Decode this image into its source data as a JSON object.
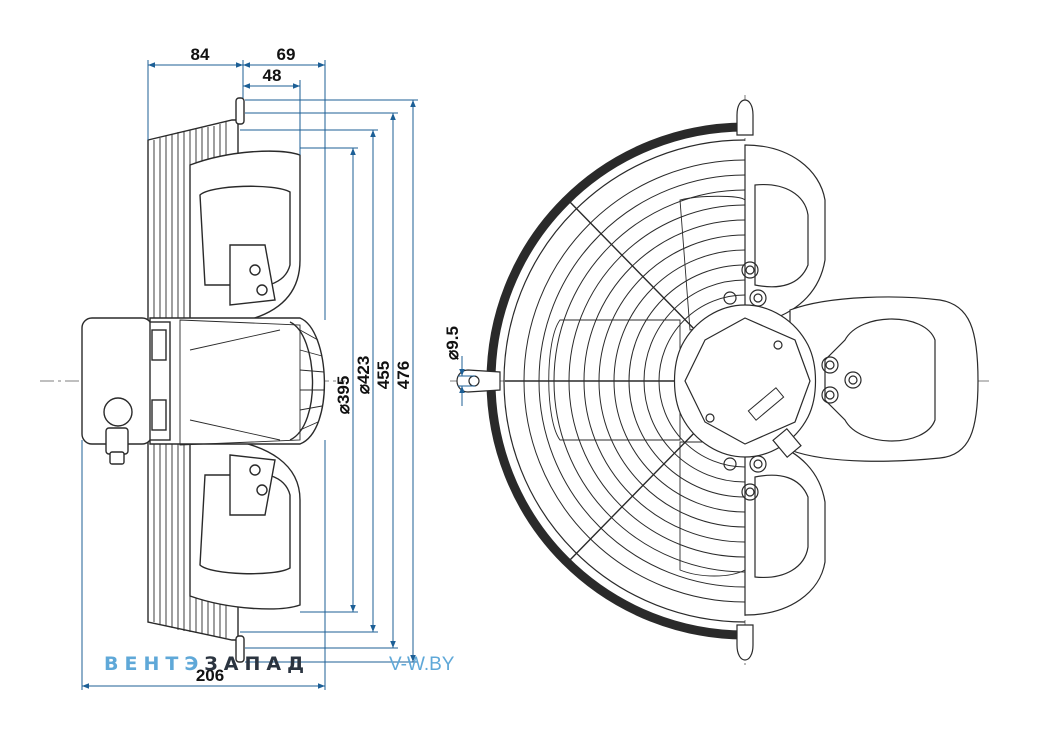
{
  "dimensions": {
    "width_84": "84",
    "width_69": "69",
    "width_48": "48",
    "width_206": "206",
    "dia_395": "⌀395",
    "dia_423": "⌀423",
    "height_455": "455",
    "height_476": "476",
    "hole_9_5": "⌀9.5"
  },
  "watermark": {
    "part1": "ВЕНТЭ",
    "part2": "ЗАПАД",
    "url": "V-W.BY"
  },
  "colors": {
    "dimension_line": "#1c5f96",
    "watermark_blue": "#5fa8d8",
    "watermark_dark": "#2b3440",
    "drawing": "#2a2a2a"
  }
}
